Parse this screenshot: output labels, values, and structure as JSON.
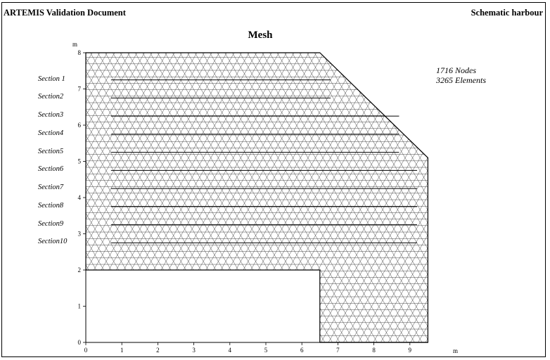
{
  "header": {
    "left": "ARTEMIS Validation Document",
    "right": "Schematic harbour"
  },
  "title": "Mesh",
  "info": {
    "nodes": "1716 Nodes",
    "elements": "3265 Elements"
  },
  "axes": {
    "x_unit": "m",
    "y_unit": "m",
    "x_ticks": [
      "0",
      "1",
      "2",
      "3",
      "4",
      "5",
      "6",
      "7",
      "8",
      "9"
    ],
    "y_ticks": [
      "0",
      "1",
      "2",
      "3",
      "4",
      "5",
      "6",
      "7",
      "8"
    ]
  },
  "mesh_outline_m": [
    [
      0,
      2
    ],
    [
      0,
      8
    ],
    [
      6.5,
      8
    ],
    [
      9.5,
      5.1
    ],
    [
      9.5,
      0
    ],
    [
      6.5,
      0
    ],
    [
      6.5,
      2
    ]
  ],
  "sections": [
    {
      "label": "Section 1",
      "y_m": 7.25
    },
    {
      "label": "Section2",
      "y_m": 6.75
    },
    {
      "label": "Section3",
      "y_m": 6.25
    },
    {
      "label": "Section4",
      "y_m": 5.75
    },
    {
      "label": "Section5",
      "y_m": 5.25
    },
    {
      "label": "Section6",
      "y_m": 4.75
    },
    {
      "label": "Section7",
      "y_m": 4.25
    },
    {
      "label": "Section8",
      "y_m": 3.75
    },
    {
      "label": "Section9",
      "y_m": 3.25
    },
    {
      "label": "Section10",
      "y_m": 2.75
    }
  ]
}
